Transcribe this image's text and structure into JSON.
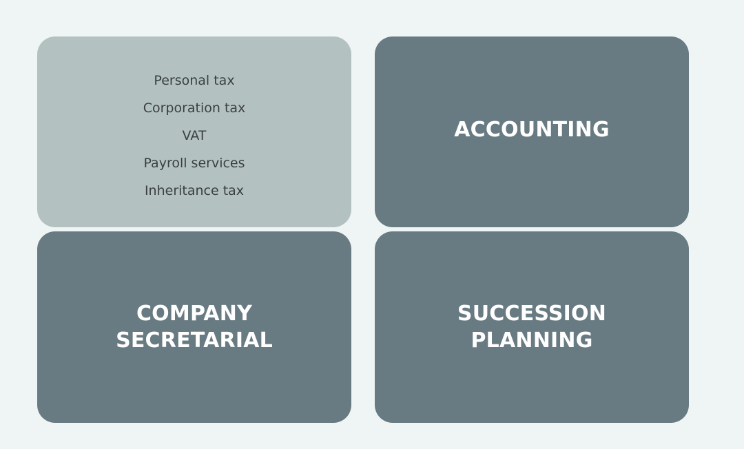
{
  "colors": {
    "background": "#eff4f4",
    "tile_light": "#b3c1c1",
    "tile_dark": "#687b82",
    "text_dark": "#3a3f41",
    "text_light": "#ffffff"
  },
  "tiles": {
    "tax": {
      "items": [
        "Personal tax",
        "Corporation tax",
        "VAT",
        "Payroll services",
        "Inheritance tax"
      ]
    },
    "accounting": {
      "title": "ACCOUNTING"
    },
    "company_secretarial": {
      "line1": "COMPANY",
      "line2": "SECRETARIAL"
    },
    "succession_planning": {
      "line1": "SUCCESSION",
      "line2": "PLANNING"
    }
  }
}
